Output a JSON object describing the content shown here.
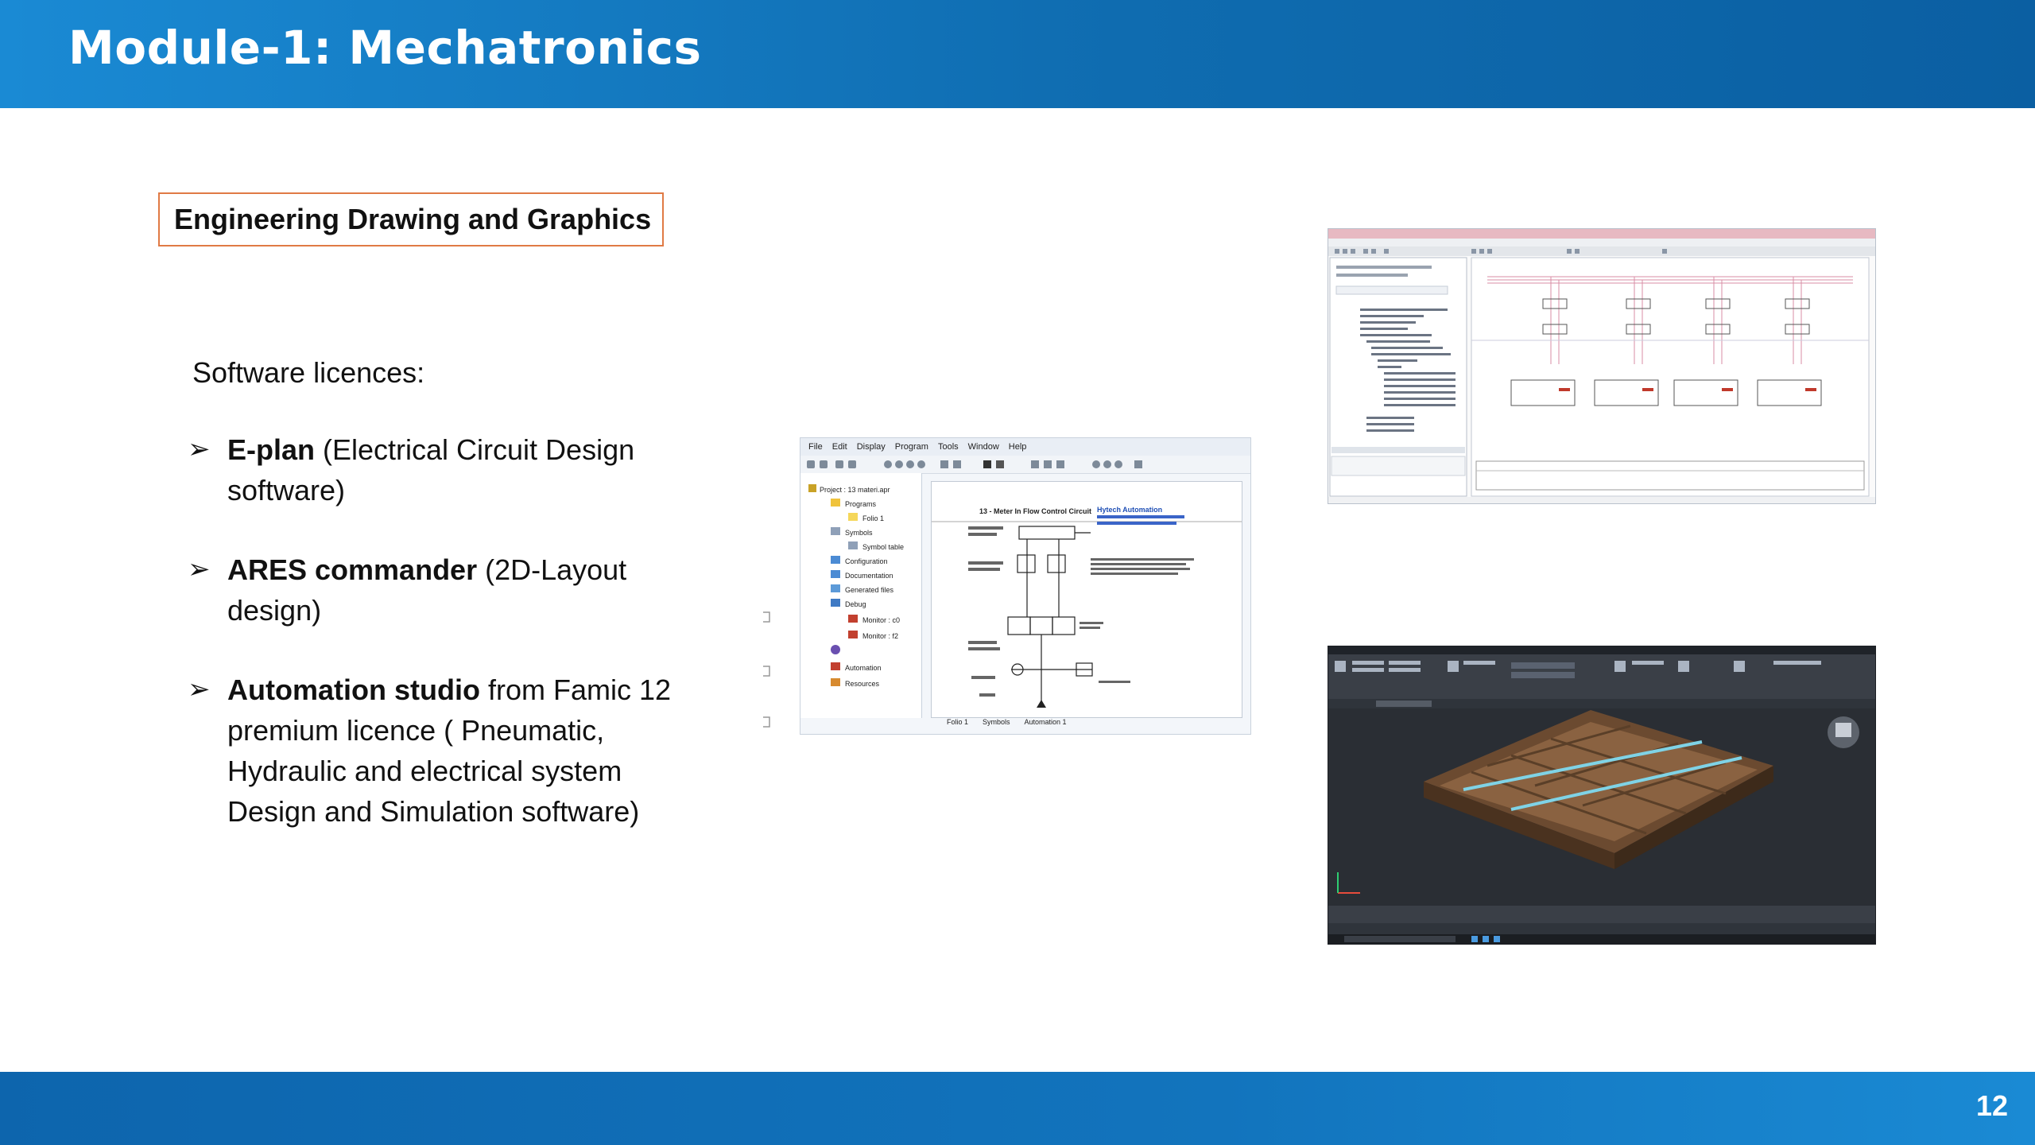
{
  "header": {
    "title": "Module-1: Mechatronics"
  },
  "section": {
    "heading": "Engineering Drawing and Graphics"
  },
  "licences": {
    "heading": "Software licences:",
    "items": [
      {
        "name": "E-plan",
        "description": " (Electrical Circuit Design software)"
      },
      {
        "name": "ARES commander",
        "description": " (2D-Layout design)"
      },
      {
        "name": "Automation studio",
        "description": " from Famic 12 premium licence ( Pneumatic, Hydraulic and electrical system Design and Simulation software)"
      }
    ]
  },
  "screenshots": {
    "automation": {
      "menu": [
        "File",
        "Edit",
        "Display",
        "Program",
        "Tools",
        "Window",
        "Help"
      ],
      "tree": [
        "Project : 13 materi.apr",
        "Programs",
        "Folio 1",
        "Symbols",
        "Symbol table",
        "Configuration",
        "Documentation",
        "Generated files",
        "Debug",
        "Monitor : c0",
        "Monitor : f2",
        "Automation",
        "Resources"
      ],
      "diagram_title": "13 - Meter In Flow Control Circuit",
      "company": "Hytech Automation",
      "tabs": [
        "Folio 1",
        "Symbols",
        "Automation 1"
      ]
    }
  },
  "footer": {
    "page_number": "12"
  },
  "colors": {
    "header_blue": "#1a8ad4",
    "footer_blue": "#0d65ad",
    "box_border": "#e07a45"
  }
}
